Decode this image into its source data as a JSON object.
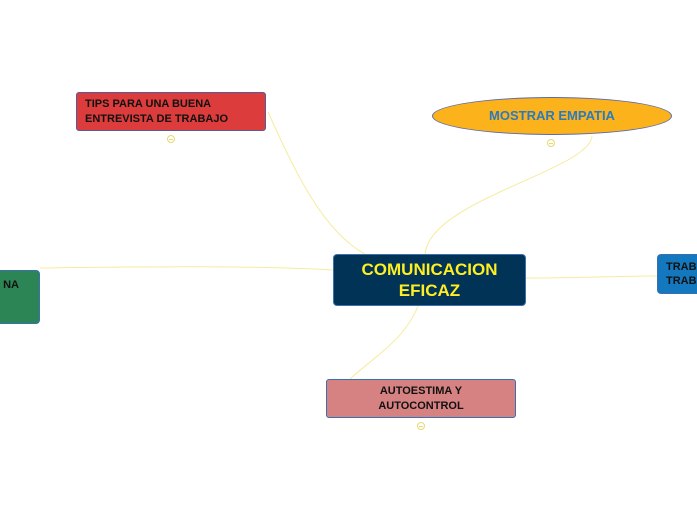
{
  "central": {
    "label": "COMUNICACION\nEFICAZ"
  },
  "topics": {
    "tips": "TIPS PARA UNA BUENA\nENTREVISTA DE TRABAJO",
    "empatia": "MOSTRAR EMPATIA",
    "left": "NA",
    "right": "TRAB\nTRAB",
    "autoestima": "AUTOESTIMA Y\nAUTOCONTROL"
  },
  "colors": {
    "central_fill": "#003355",
    "central_text": "#ffee22",
    "tips_fill": "#dd3c3c",
    "empatia_fill": "#fcb21a",
    "empatia_text": "#2a7ac0",
    "left_fill": "#2b8554",
    "right_fill": "#1478be",
    "autoestima_fill": "#d68282",
    "connector": "#f5ec9a"
  }
}
